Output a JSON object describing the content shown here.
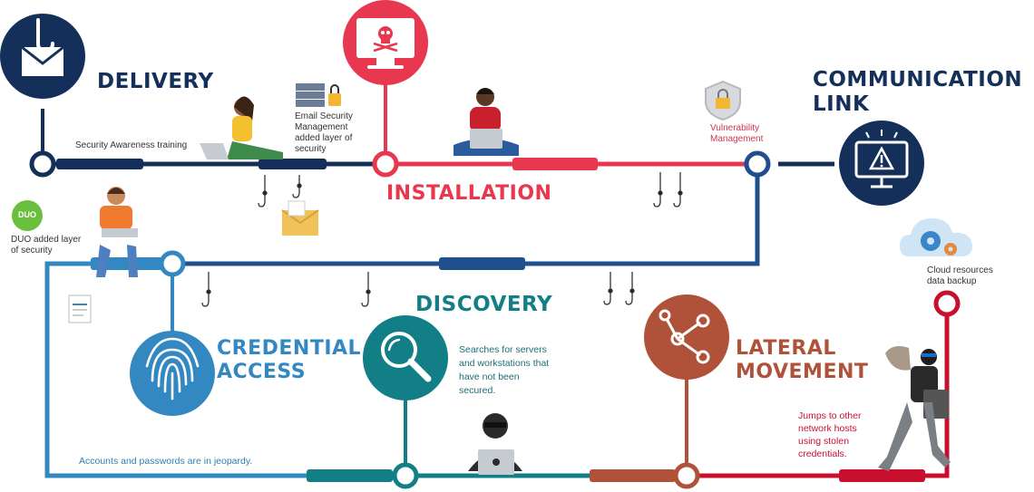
{
  "stages": {
    "delivery": {
      "title": "DELIVERY",
      "color": "#14305a"
    },
    "installation": {
      "title": "INSTALLATION",
      "color": "#e8384f"
    },
    "communication": {
      "title_line1": "COMMUNICATION",
      "title_line2": "LINK",
      "color": "#14305a"
    },
    "credential": {
      "title_line1": "CREDENTIAL",
      "title_line2": "ACCESS",
      "color": "#3388c2"
    },
    "discovery": {
      "title": "DISCOVERY",
      "color": "#127f86"
    },
    "lateral": {
      "title_line1": "LATERAL",
      "title_line2": "MOVEMENT",
      "color": "#b0523a"
    }
  },
  "notes": {
    "security_awareness": "Security Awareness training",
    "email_security": [
      "Email Security",
      "Management",
      "added layer of",
      "security"
    ],
    "vulnerability": [
      "Vulnerability",
      "Management"
    ],
    "duo_logo": "DUO",
    "duo": [
      "DUO added layer",
      "of security"
    ],
    "cloud": [
      "Cloud resources",
      "data backup"
    ],
    "discovery_desc": [
      "Searches for servers",
      "and workstations that",
      "have not been",
      "secured."
    ],
    "lateral_desc": [
      "Jumps to other",
      "network hosts",
      "using stolen",
      "credentials."
    ],
    "credential_desc": "Accounts and passwords are in jeopardy."
  }
}
